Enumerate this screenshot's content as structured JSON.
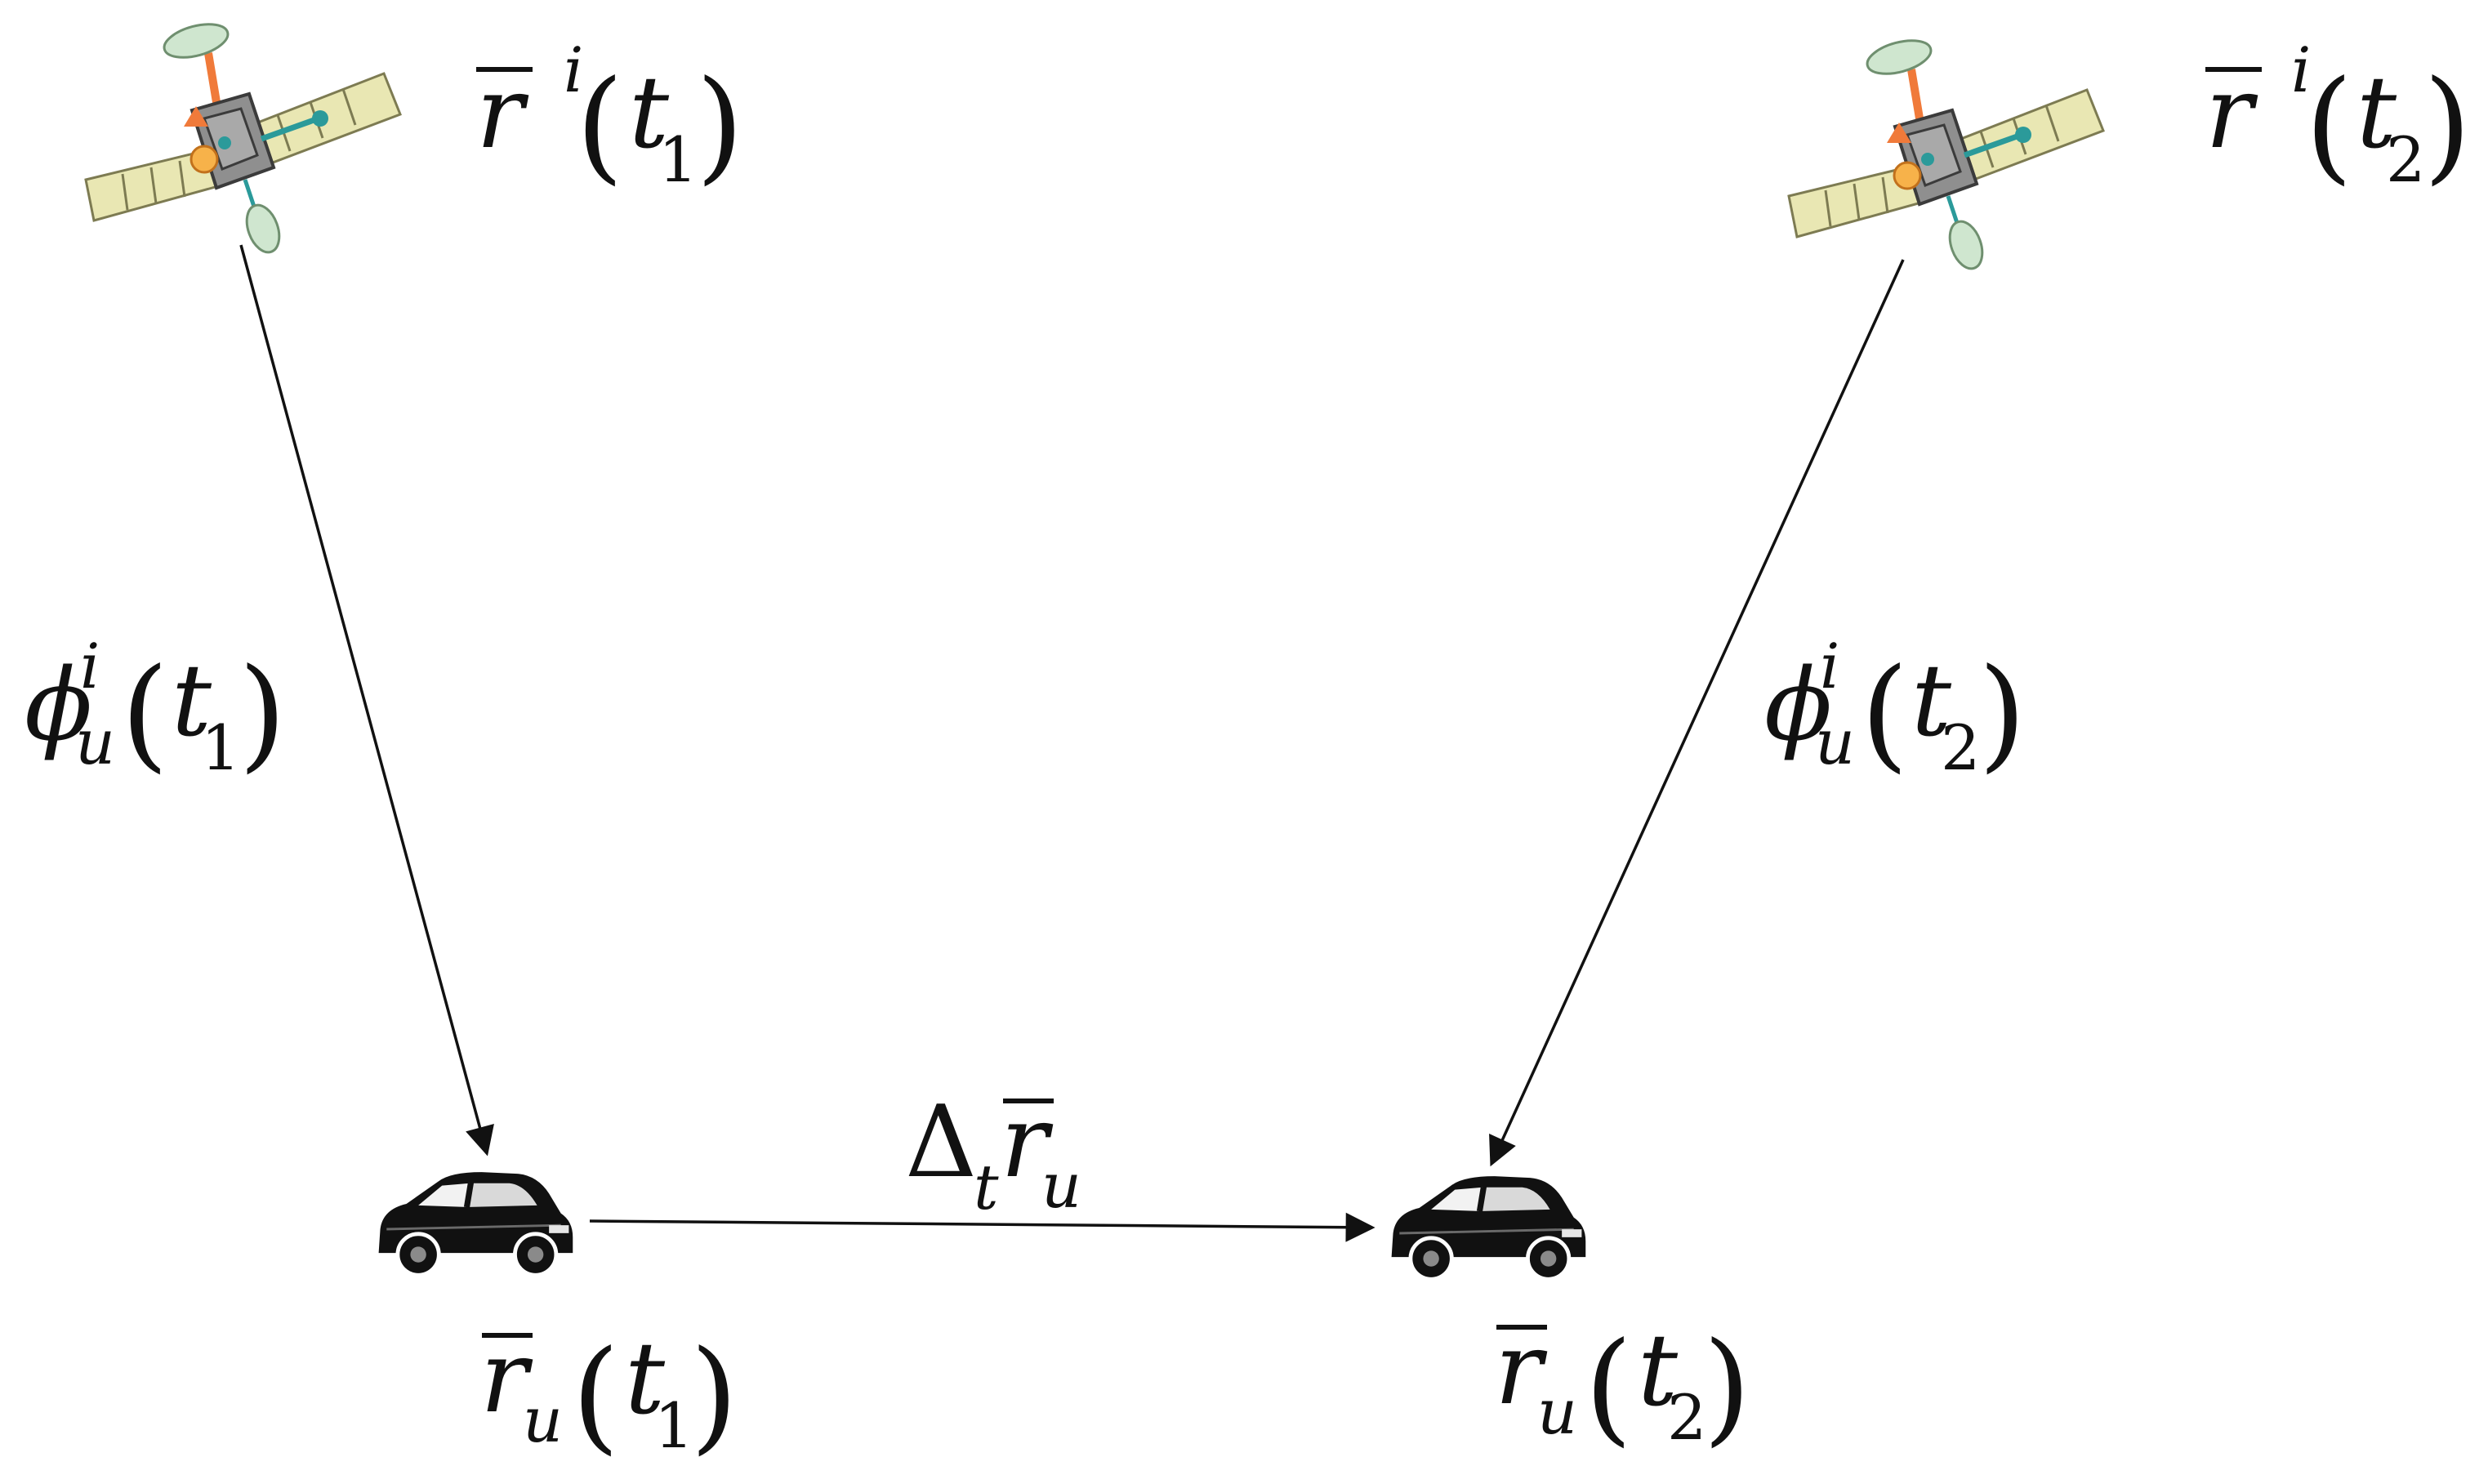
{
  "diagram": {
    "symbols": {
      "r_bar": "r",
      "r_sat_sup": "i",
      "phi": "ϕ",
      "phi_sup": "i",
      "u_sub": "u",
      "t": "t",
      "delta": "Δ",
      "delta_sub": "t",
      "one": "1",
      "two": "2",
      "lparen": "(",
      "rparen": ")"
    },
    "colors": {
      "line": "#111111",
      "car_body": "#111111",
      "panel": "#e9e7b3",
      "panel_edge": "#7d7b52",
      "sat_body": "#8f8f8f",
      "sat_accent": "#f07a3a",
      "sat_dish": "#cfe6cf",
      "sat_teal": "#2b9a9a"
    },
    "icons": [
      "satellite-icon",
      "car-icon"
    ]
  }
}
